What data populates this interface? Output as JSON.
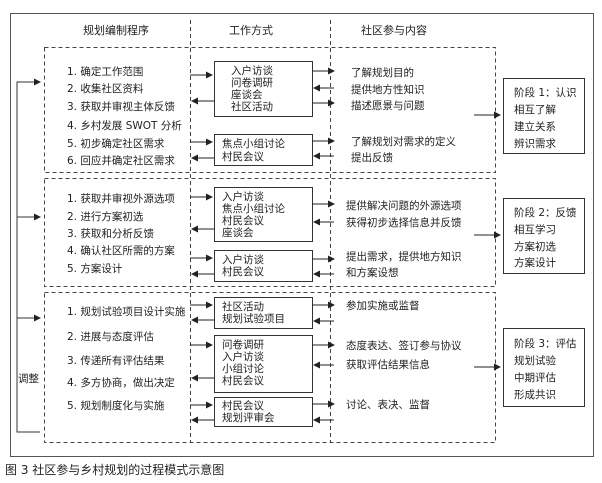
{
  "headers": {
    "procedure": "规划编制程序",
    "method": "工作方式",
    "content": "社区参与内容"
  },
  "adjust_label": "调整",
  "stages": [
    {
      "procedure_items": [
        "1. 确定工作范围",
        "2. 收集社区资料",
        "3. 获取并审视主体反馈",
        "4. 乡村发展 SWOT 分析",
        "5. 初步确定社区需求",
        "6. 回应并确定社区需求"
      ],
      "methods": [
        [
          "入户访谈",
          "问卷调研",
          "座谈会",
          "社区活动"
        ],
        [
          "焦点小组讨论",
          "村民会议"
        ]
      ],
      "contents": [
        "了解规划目的",
        "提供地方性知识",
        "描述愿景与问题",
        "了解规划对需求的定义",
        "提出反馈"
      ],
      "stage_lines": [
        "阶段 1：认识",
        "相互了解",
        "建立关系",
        "辨识需求"
      ]
    },
    {
      "procedure_items": [
        "1. 获取并审视外源选项",
        "2. 进行方案初选",
        "3. 获取和分析反馈",
        "4. 确认社区所需的方案",
        "5. 方案设计"
      ],
      "methods": [
        [
          "入户访谈",
          "焦点小组讨论",
          "村民会议",
          "座谈会"
        ],
        [
          "入户访谈",
          "村民会议"
        ]
      ],
      "contents": [
        "提供解决问题的外源选项",
        "获得初步选择信息并反馈",
        "提出需求，提供地方知识",
        "和方案设想"
      ],
      "stage_lines": [
        "阶段 2：反馈",
        "相互学习",
        "方案初选",
        "方案设计"
      ]
    },
    {
      "procedure_items": [
        "1. 规划试验项目设计实施",
        "2. 进展与态度评估",
        "3. 传递所有评估结果",
        "4. 多方协商，做出决定",
        "5. 规划制度化与实施"
      ],
      "methods": [
        [
          "社区活动",
          "规划试验项目"
        ],
        [
          "问卷调研",
          "入户访谈",
          "小组讨论",
          "村民会议"
        ],
        [
          "村民会议",
          "规划评审会"
        ]
      ],
      "contents": [
        "参加实施或监督",
        "态度表达、签订参与协议",
        "获取评估结果信息",
        "讨论、表决、监督"
      ],
      "stage_lines": [
        "阶段 3：评估",
        "规划试验",
        "中期评估",
        "形成共识"
      ]
    }
  ],
  "caption": "图 3  社区参与乡村规划的过程模式示意图"
}
